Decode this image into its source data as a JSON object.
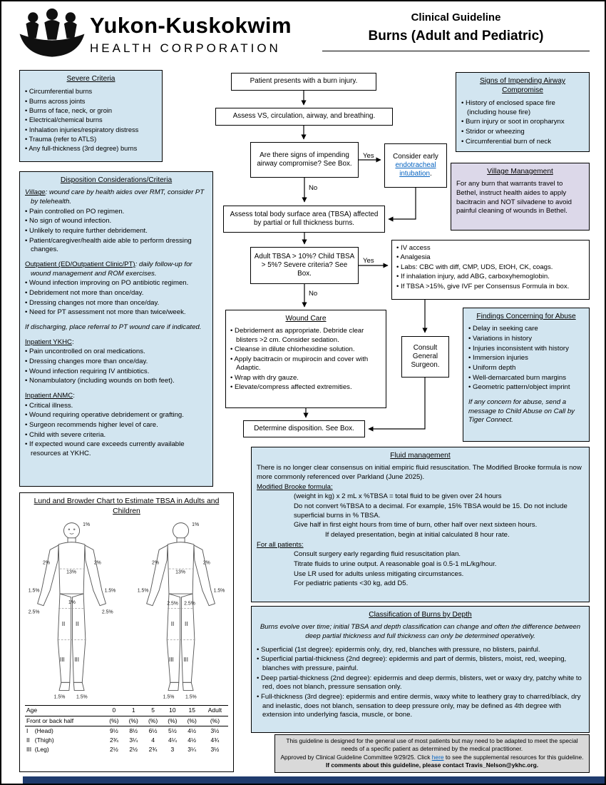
{
  "header": {
    "org_name_line1": "Yukon-Kuskokwim",
    "org_name_line2": "HEALTH CORPORATION",
    "doc_type": "Clinical Guideline",
    "title": "Burns (Adult and Pediatric)"
  },
  "colors": {
    "panel_blue": "#d2e5f0",
    "panel_lavender": "#dcd8e9",
    "link_blue": "#0563c1",
    "bottom_bar_navy": "#1f3b6d",
    "footer_gray": "#d9d9d9"
  },
  "severe": {
    "title": "Severe Criteria",
    "items": [
      "• Circumferential burns",
      "• Burns across joints",
      "• Burns of face, neck, or groin",
      "• Electrical/chemical burns",
      "• Inhalation injuries/respiratory distress",
      "• Trauma (refer to ATLS)",
      "• Any full-thickness (3rd degree) burns"
    ]
  },
  "airway_signs": {
    "title": "Signs of Impending Airway Compromise",
    "items": [
      "• History of enclosed space fire (including house fire)",
      "• Burn injury or soot in oropharynx",
      "• Stridor or wheezing",
      "• Circumferential burn of neck"
    ]
  },
  "village": {
    "title": "Village Management",
    "text": "For any burn that warrants travel to Bethel, instruct health aides to apply bacitracin and NOT silvadene to avoid painful cleaning of wounds in Bethel."
  },
  "disposition": {
    "title": "Disposition Considerations/Criteria",
    "lines": [
      {
        "head": "Village",
        "text": ": wound care by health aides over RMT, consider PT by telehealth.",
        "cls": "it"
      },
      {
        "head": "",
        "text": "• Pain controlled on PO regimen.",
        "cls": ""
      },
      {
        "head": "",
        "text": "• No sign of wound infection.",
        "cls": ""
      },
      {
        "head": "",
        "text": "• Unlikely to require further debridement.",
        "cls": ""
      },
      {
        "head": "",
        "text": "• Patient/caregiver/health aide able to perform dressing changes.",
        "cls": ""
      },
      {
        "head": "Outpatient (ED/Outpatient Clinic/PT)",
        "text": ": daily follow-up for wound management and ROM exercises.",
        "cls": "ti gap"
      },
      {
        "head": "",
        "text": "• Wound infection improving on PO antibiotic regimen.",
        "cls": ""
      },
      {
        "head": "",
        "text": "• Debridement not more than once/day.",
        "cls": ""
      },
      {
        "head": "",
        "text": "• Dressing changes not more than once/day.",
        "cls": ""
      },
      {
        "head": "",
        "text": "• Need for PT assessment not more than twice/week.",
        "cls": ""
      },
      {
        "head": "",
        "text": "If discharging, place referral to PT wound care if indicated.",
        "cls": "it gap"
      },
      {
        "head": "Inpatient YKHC",
        "text": ":",
        "cls": "gap"
      },
      {
        "head": "",
        "text": "• Pain uncontrolled on oral medications.",
        "cls": ""
      },
      {
        "head": "",
        "text": "• Dressing changes more than once/day.",
        "cls": ""
      },
      {
        "head": "",
        "text": "• Wound infection requiring IV antibiotics.",
        "cls": ""
      },
      {
        "head": "",
        "text": "• Nonambulatory (including wounds on both feet).",
        "cls": ""
      },
      {
        "head": "Inpatient ANMC",
        "text": ":",
        "cls": "gap"
      },
      {
        "head": "",
        "text": "• Critical illness.",
        "cls": ""
      },
      {
        "head": "",
        "text": "• Wound requiring operative debridement or grafting.",
        "cls": ""
      },
      {
        "head": "",
        "text": "• Surgeon recommends higher level of care.",
        "cls": ""
      },
      {
        "head": "",
        "text": "• Child with severe criteria.",
        "cls": ""
      },
      {
        "head": "",
        "text": "• If expected wound care exceeds currently available resources at YKHC.",
        "cls": ""
      }
    ]
  },
  "flow": {
    "start": "Patient presents with a burn injury.",
    "assess_vs": "Assess VS, circulation, airway, and breathing.",
    "airway_q": "Are there signs of impending airway compromise? See Box.",
    "yes": "Yes",
    "no": "No",
    "intubation_prefix": "Consider early ",
    "intubation_link": "endotracheal intubation",
    "intubation_suffix": ".",
    "tbsa_assess": "Assess total body surface area (TBSA) affected by partial or full thickness burns.",
    "tbsa_q": "Adult TBSA > 10%? Child TBSA > 5%? Severe criteria? See Box.",
    "resus_items": [
      "• IV access",
      "• Analgesia",
      "• Labs: CBC with diff, CMP, UDS, EtOH, CK, coags.",
      "• If inhalation injury, add ABG, carboxyhemoglobin.",
      "• If TBSA >15%, give IVF per Consensus Formula in box."
    ],
    "wound_care_title": "Wound Care",
    "wound_care_items": [
      "• Debridement as appropriate. Debride clear blisters >2 cm. Consider sedation.",
      "• Cleanse in dilute chlorhexidine solution.",
      "• Apply bacitracin or mupirocin and cover with Adaptic.",
      "• Wrap with dry gauze.",
      "• Elevate/compress affected extremities."
    ],
    "consult": "Consult General Surgeon.",
    "determine": "Determine disposition. See Box."
  },
  "abuse": {
    "title": "Findings Concerning for Abuse",
    "items": [
      "• Delay in seeking care",
      "• Variations in history",
      "• Injuries inconsistent with history",
      "• Immersion injuries",
      "• Uniform depth",
      "• Well-demarcated burn margins",
      "• Geometric pattern/object imprint"
    ],
    "note": "If any concern for abuse, send a message to Child Abuse on Call by Tiger Connect."
  },
  "fluid": {
    "title": "Fluid management",
    "lines": [
      {
        "text": "There is no longer clear consensus on initial empiric fluid resuscitation.  The Modified Brooke formula is now more commonly referenced over Parkland (June 2025).",
        "cls": ""
      },
      {
        "text": "Modified Brooke formula:",
        "cls": "u"
      },
      {
        "text": "(weight in kg) x 2 mL x %TBSA = total fluid to be given over 24 hours",
        "cls": "i1"
      },
      {
        "text": "Do not convert %TBSA to a decimal.  For example, 15% TBSA would be 15.  Do not include superficial burns in % TBSA.",
        "cls": "i1"
      },
      {
        "text": "Give half in first eight hours from time of burn, other half over next sixteen hours.",
        "cls": "i1"
      },
      {
        "text": "If delayed presentation, begin at initial calculated 8 hour rate.",
        "cls": "i2"
      },
      {
        "text": "For all patients:",
        "cls": "u"
      },
      {
        "text": "Consult surgery early regarding fluid resuscitation plan.",
        "cls": "i1"
      },
      {
        "text": "Titrate fluids to urine output.  A reasonable goal is 0.5-1 mL/kg/hour.",
        "cls": "i1"
      },
      {
        "text": "Use LR used for adults unless mitigating circumstances.",
        "cls": "i1"
      },
      {
        "text": "For pediatric patients <30 kg, add D5.",
        "cls": "i1"
      }
    ]
  },
  "classification": {
    "title": "Classification of Burns by Depth",
    "intro": "Burns evolve over time; initial TBSA and depth classification can change and often the difference between deep partial thickness and full thickness can only be determined operatively.",
    "items": [
      "• Superficial (1st degree): epidermis only, dry, red, blanches with pressure, no blisters, painful.",
      "• Superficial partial-thickness (2nd degree): epidermis and part of dermis, blisters, moist, red, weeping, blanches with pressure, painful.",
      "• Deep partial-thickness (2nd degree): epidermis and deep dermis, blisters, wet or waxy dry, patchy white to red, does not blanch, pressure sensation only.",
      "• Full-thickness (3rd degree): epidermis and entire dermis, waxy white to leathery gray to charred/black, dry and inelastic, does not blanch, sensation to deep pressure only, may be defined as 4th degree with extension into underlying fascia, muscle, or bone."
    ]
  },
  "lund": {
    "title": "Lund and Browder Chart to Estimate TBSA in Adults and Children",
    "diagram": {
      "head_pct": "1%",
      "arm_pct": "2%",
      "trunk_pct": "13%",
      "forearm_pct": "1.5%",
      "hand_pct": "2.5%",
      "groin_pct": "1%",
      "buttock_pct": "2.5%",
      "thigh_label": "II",
      "leg_label": "III",
      "foot_pct": "1.5%"
    },
    "table": {
      "age_label": "Age",
      "columns": [
        "0",
        "1",
        "5",
        "10",
        "15",
        "Adult"
      ],
      "rows": [
        {
          "label": "Front or back half",
          "c0": "(%)",
          "c1": "(%)",
          "c2": "(%)",
          "c3": "(%)",
          "c4": "(%)",
          "c5": "(%)"
        },
        {
          "label": "I    (Head)",
          "c0": "9½",
          "c1": "8½",
          "c2": "6½",
          "c3": "5½",
          "c4": "4½",
          "c5": "3½"
        },
        {
          "label": "II   (Thigh)",
          "c0": "2¾",
          "c1": "3¼",
          "c2": "4",
          "c3": "4¼",
          "c4": "4½",
          "c5": "4¾"
        },
        {
          "label": "III  (Leg)",
          "c0": "2½",
          "c1": "2½",
          "c2": "2¾",
          "c3": "3",
          "c4": "3¼",
          "c5": "3½"
        }
      ]
    }
  },
  "footer": {
    "line1": "This guideline is designed for the general use of most patients but may need to be adapted to meet the special needs of a specific patient as determined by the medical practitioner.",
    "line2_prefix": "Approved by Clinical Guideline Committee 9/29/25. Click ",
    "line2_link": "here",
    "line2_suffix": " to see the supplemental resources for this guideline.",
    "line3": "If comments about this guideline, please contact Travis_Nelson@ykhc.org."
  }
}
